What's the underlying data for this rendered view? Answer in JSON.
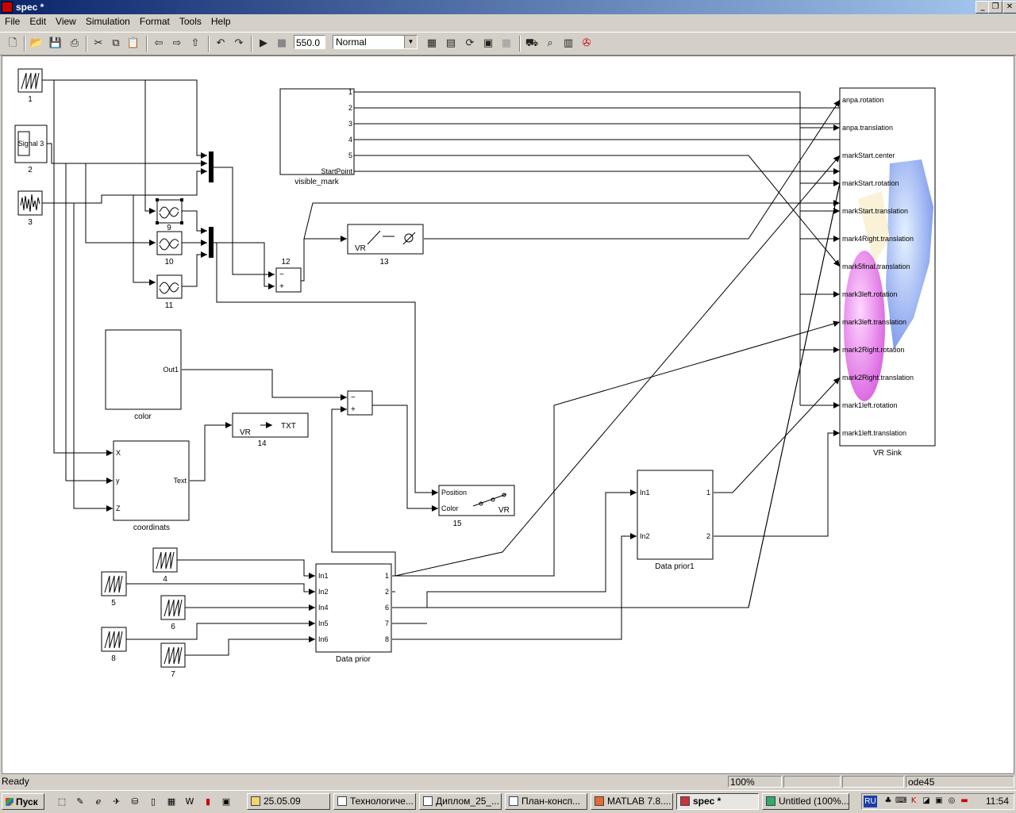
{
  "window": {
    "title": "spec *"
  },
  "menu": [
    "File",
    "Edit",
    "View",
    "Simulation",
    "Format",
    "Tools",
    "Help"
  ],
  "toolbar": {
    "stop_time": "550.0",
    "sim_mode": "Normal"
  },
  "blocks": {
    "b1": "1",
    "b2": "2",
    "b2_inner": "Signal 3",
    "b3": "3",
    "b4": "4",
    "b5": "5",
    "b6": "6",
    "b7": "7",
    "b8": "8",
    "b9": "9",
    "b10": "10",
    "b11": "11",
    "b12": "12",
    "b13": "13",
    "b14": "14",
    "b15": "15",
    "visible_mark": "visible_mark",
    "vm_ports": [
      "1",
      "2",
      "3",
      "4",
      "5",
      "StartPoint"
    ],
    "color": "color",
    "color_out": "Out1",
    "coordinats": "coordinats",
    "coord_in": [
      "X",
      "y",
      "Z"
    ],
    "coord_out": "Text",
    "vr13": "VR",
    "vr14_left": "VR",
    "vr14_right": "TXT",
    "b15_in": [
      "Position",
      "Color"
    ],
    "b15_vr": "VR",
    "minus": "−",
    "plus": "+",
    "data_prior": "Data prior",
    "dp_in": [
      "In1",
      "In2",
      "In4",
      "In5",
      "In6"
    ],
    "dp_out": [
      "1",
      "2",
      "6",
      "7",
      "8"
    ],
    "data_prior1": "Data prior1",
    "dp1_in": [
      "In1",
      "In2"
    ],
    "dp1_out": [
      "1",
      "2"
    ],
    "vr_sink": "VR Sink",
    "vr_sink_ports": [
      "anpa.rotation",
      "anpa.translation",
      "markStart.center",
      "markStart.rotation",
      "markStart.translation",
      "mark4Right.translation",
      "mark5final.translation",
      "mark3left.rotation",
      "mark3left.translation",
      "mark2Right.rotation",
      "mark2Right.translation",
      "mark1left.rotation",
      "mark1left.translation"
    ]
  },
  "status": {
    "text": "Ready",
    "zoom": "100%",
    "solver": "ode45"
  },
  "taskbar": {
    "start": "Пуск",
    "tasks": [
      "25.05.09",
      "Технологиче...",
      "Диплом_25_...",
      "План-консп...",
      "MATLAB  7.8....",
      "spec *",
      "Untitled (100%..."
    ],
    "lang": "RU",
    "clock": "11:54"
  }
}
